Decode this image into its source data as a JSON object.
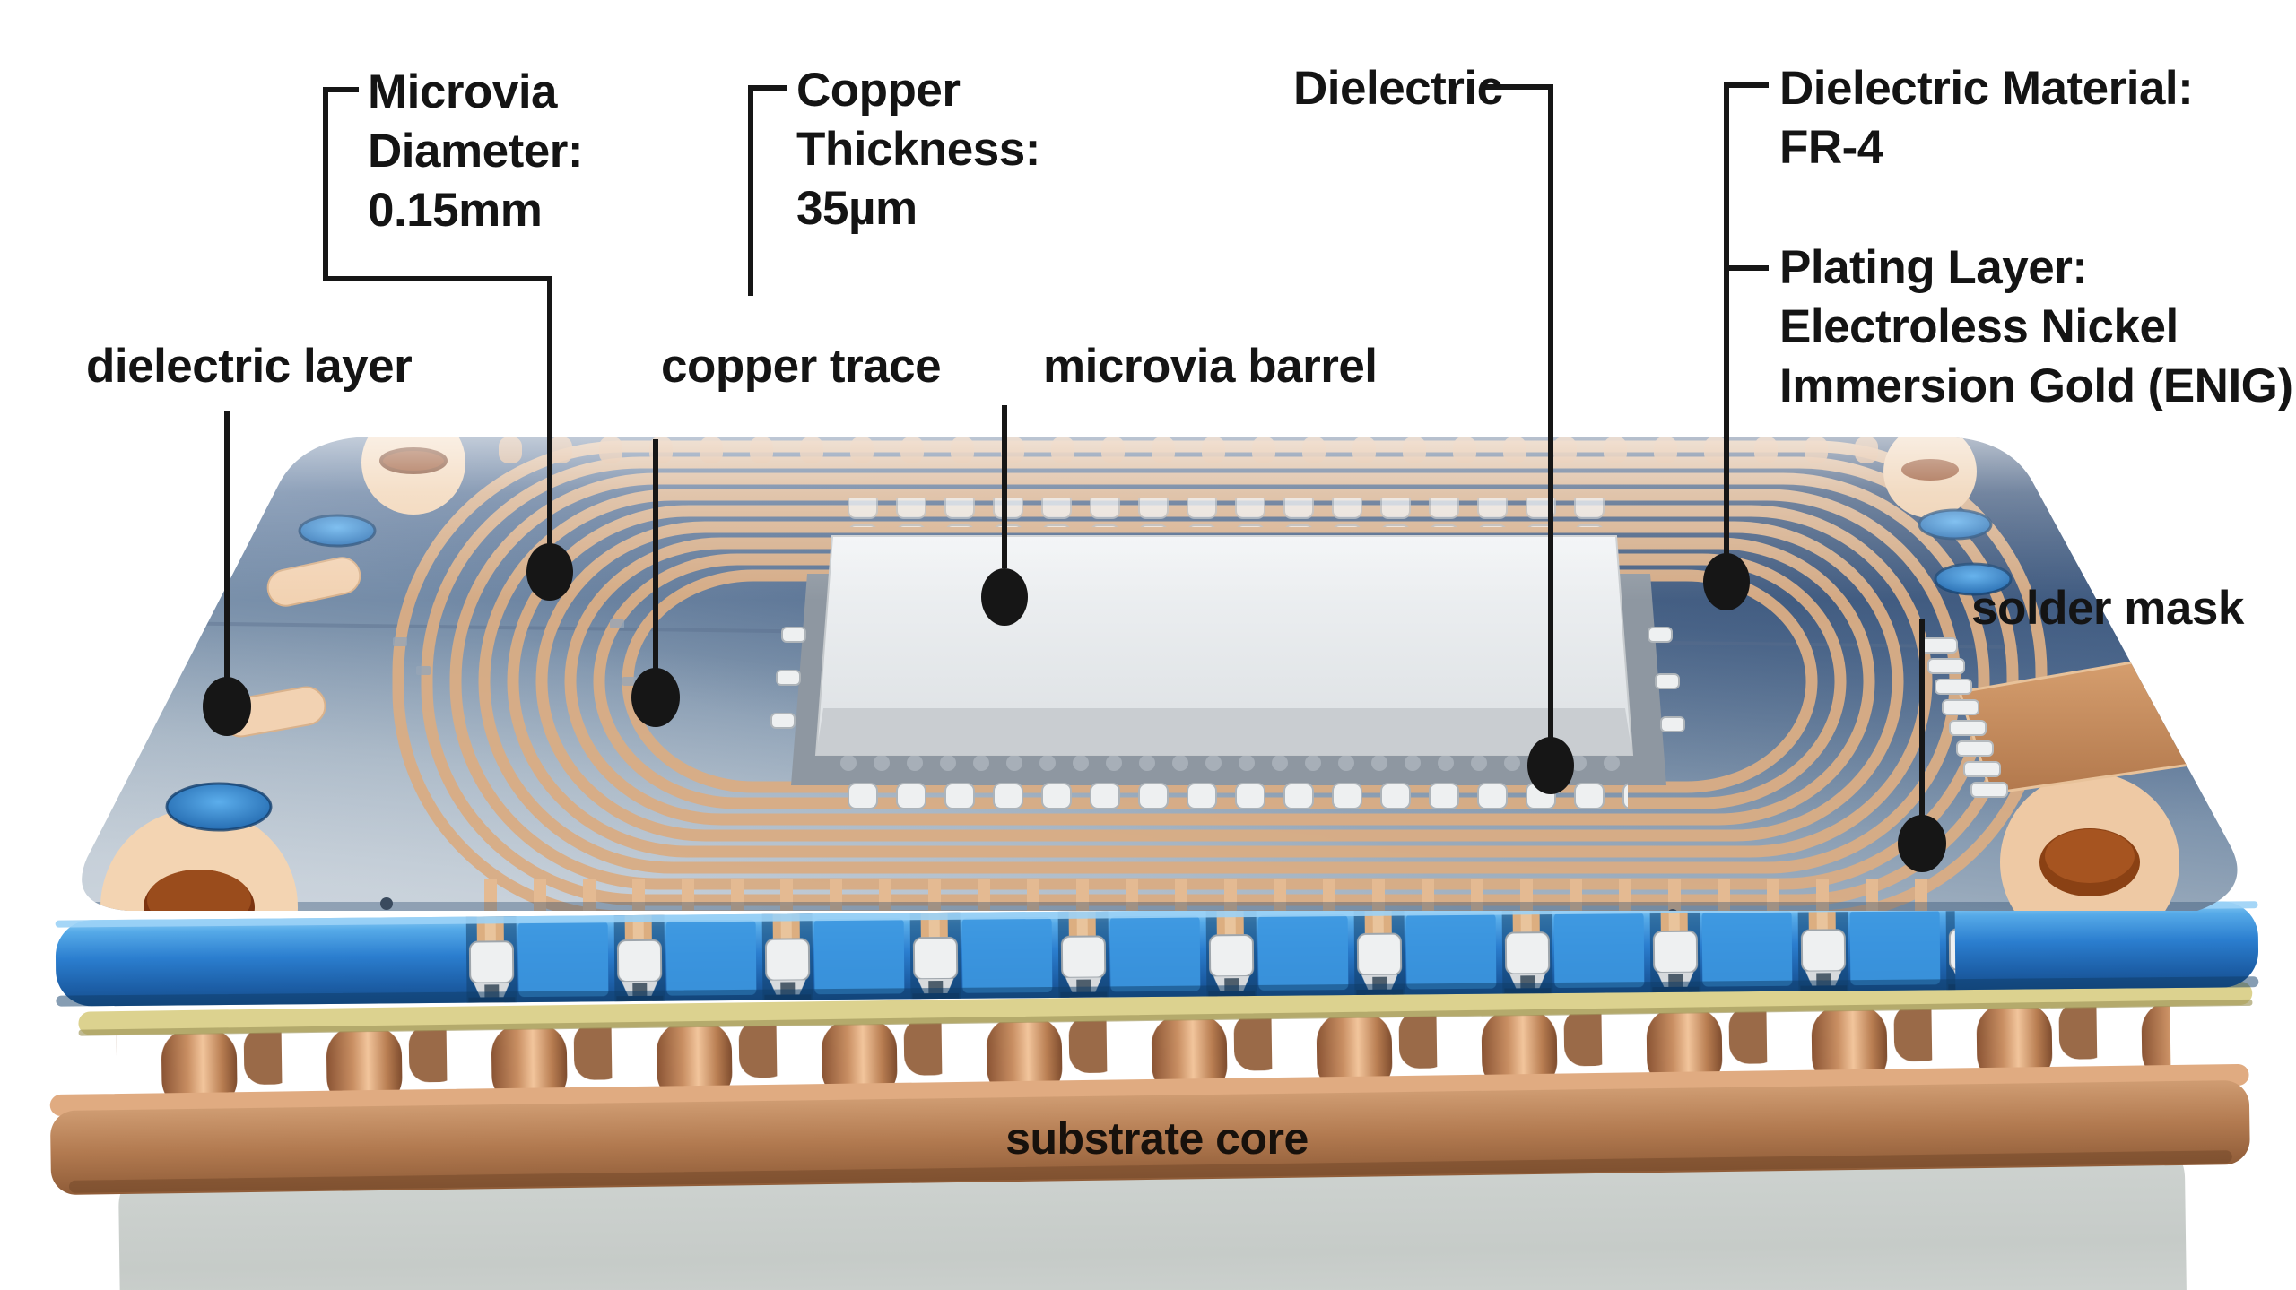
{
  "figure": {
    "callouts": {
      "microvia_diameter": "Microvia\nDiameter:\n0.15mm",
      "copper_thickness": "Copper\nThickness:\n35µm",
      "dielectric": "Dielectric",
      "dielectric_material": "Dielectric Material:\nFR-4",
      "plating_layer": "Plating Layer:\nElectroless Nickel\nImmersion Gold (ENIG)"
    },
    "part_labels": {
      "dielectric_layer": "dielectric layer",
      "copper_trace": "copper trace",
      "microvia_barrel": "microvia barrel",
      "solder_mask": "solder mask",
      "substrate_core": "substrate core"
    },
    "colors": {
      "annotation_ink": "#161616",
      "solder_mask_blue": "#2b7ecf",
      "copper_trace": "#d9ad85",
      "substrate_copper": "#b27a50",
      "laminate_yellow": "#dcd28f",
      "board_surface_blue_gray": "#7b91ab",
      "chip_silver": "#eef0f2",
      "base_gray": "#c6cbc8",
      "background": "#ffffff"
    }
  }
}
